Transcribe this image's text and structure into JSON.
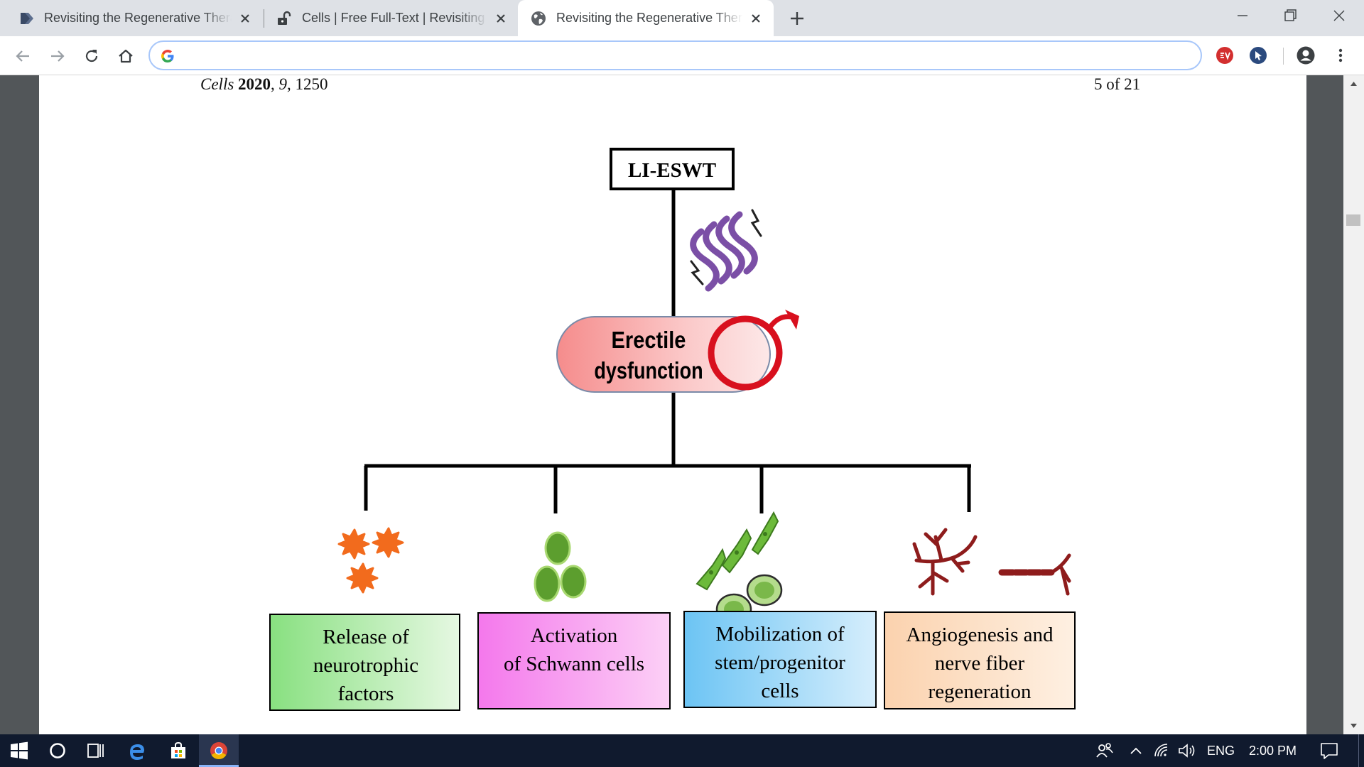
{
  "browser": {
    "tabs": [
      {
        "title": "Revisiting the Regenerative Thera",
        "icon": "bookmark-arrow-icon",
        "active": false
      },
      {
        "title": "Cells | Free Full-Text | Revisiting th",
        "icon": "open-lock-icon",
        "active": false
      },
      {
        "title": "Revisiting the Regenerative Thera",
        "icon": "globe-icon",
        "active": true
      }
    ],
    "address": {
      "value": "",
      "icon": "google-g-icon"
    }
  },
  "pdf": {
    "header": {
      "journal": "Cells",
      "year": "2020",
      "volume": "9",
      "article": "1250",
      "page_indicator": "5 of 21"
    },
    "figure": {
      "top_label": "LI-ESWT",
      "center_label_line1": "Erectile",
      "center_label_line2": "dysfunction",
      "boxes": [
        {
          "lines": [
            "Release of",
            "neurotrophic",
            "factors"
          ],
          "fill": "#c8f0c0"
        },
        {
          "lines": [
            "Activation",
            "of Schwann cells"
          ],
          "fill": "#f8a8f0"
        },
        {
          "lines": [
            "Mobilization of",
            "stem/progenitor",
            "cells"
          ],
          "fill": "#a8dcf8"
        },
        {
          "lines": [
            "Angiogenesis and",
            "nerve fiber",
            "regeneration"
          ],
          "fill": "#fde0c8"
        }
      ]
    }
  },
  "taskbar": {
    "language": "ENG",
    "time": "2:00 PM"
  },
  "colors": {
    "tab_strip": "#dee1e6",
    "omnibox_border": "#a8c7fa",
    "taskbar": "#101a2e",
    "male_symbol": "#d8101e",
    "shockwave": "#7b4fa6"
  }
}
